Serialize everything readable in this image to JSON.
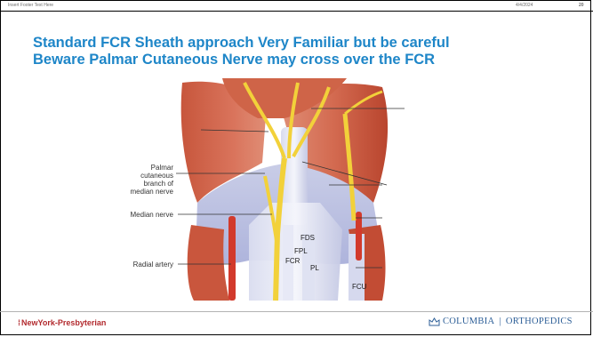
{
  "header": {
    "footer_text": "Insert Footer Text Here",
    "date": "4/4/2024",
    "page_number": "20"
  },
  "title": {
    "line1": "Standard FCR Sheath approach Very Familiar but be careful",
    "line2": "Beware Palmar Cutaneous Nerve  may cross over the FCR"
  },
  "figure": {
    "left_labels": {
      "palmar_1": "Palmar",
      "palmar_2": "cutaneous",
      "palmar_3": "branch of",
      "palmar_4": "median nerve",
      "median_nerve": "Median nerve",
      "radial_artery": "Radial artery"
    },
    "in_image_labels": {
      "fds": "FDS",
      "fpl": "FPL",
      "fcr": "FCR",
      "pl": "PL",
      "fcu": "FCU"
    }
  },
  "footer": {
    "left_logo": "NewYork-Presbyterian",
    "right_logo_1": "COLUMBIA",
    "right_logo_2": "ORTHOPEDICS"
  },
  "colors": {
    "title": "#1e86c8",
    "nyp": "#b22a2e",
    "columbia": "#2c5e97"
  }
}
